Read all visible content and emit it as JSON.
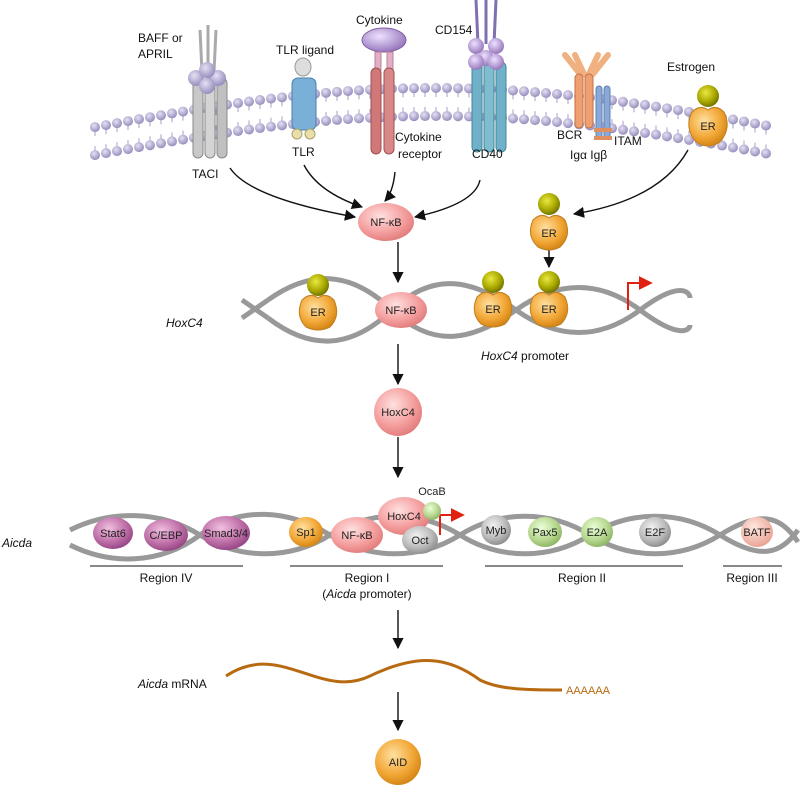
{
  "receptors": {
    "baff": [
      "BAFF or",
      "APRIL"
    ],
    "tlr_ligand": "TLR ligand",
    "cytokine": "Cytokine",
    "cd154": "CD154",
    "estrogen": "Estrogen",
    "taci": "TACI",
    "tlr": "TLR",
    "cytokine_receptor": [
      "Cytokine",
      "receptor"
    ],
    "cd40": "CD40",
    "bcr": "BCR",
    "itam": "ITAM",
    "iga_igb": "Igα Igβ",
    "er_membrane": "ER"
  },
  "signaling": {
    "nfkb": "NF-κB",
    "er": "ER"
  },
  "hoxc4_promoter": {
    "gene_label": "HoxC4",
    "promoter_label_italic": "HoxC4",
    "promoter_label_rest": " promoter",
    "nodes": [
      "ER",
      "NF-κB",
      "ER",
      "ER"
    ]
  },
  "hoxc4_protein": "HoxC4",
  "aicda_locus": {
    "gene_label": "Aicda",
    "factors": {
      "stat6": "Stat6",
      "cebp": "C/EBP",
      "smad": "Smad3/4",
      "sp1": "Sp1",
      "nfkb": "NF-κB",
      "hoxc4": "HoxC4",
      "ocab": "OcaB",
      "oct": "Oct",
      "myb": "Myb",
      "pax5": "Pax5",
      "e2a": "E2A",
      "e2f": "E2F",
      "batf": "BATF"
    },
    "regions": {
      "iv": "Region IV",
      "i": "Region I",
      "i_sub_open": "(",
      "i_sub_italic": "Aicda",
      "i_sub_rest": " promoter)",
      "ii": "Region II",
      "iii": "Region III"
    }
  },
  "mrna": {
    "label_italic": "Aicda",
    "label_rest": " mRNA",
    "polya": "AAAAAA"
  },
  "aid": "AID",
  "colors": {
    "nfkb": "#f4a0a0",
    "er": "#f0a030",
    "estrogen": "#a8a800",
    "stat6": "#c070a8",
    "sp1": "#f0a060",
    "green": "#b8d890",
    "gray": "#b8b8b8",
    "mrna": "#b86a10",
    "arrow_red": "#e02010"
  }
}
